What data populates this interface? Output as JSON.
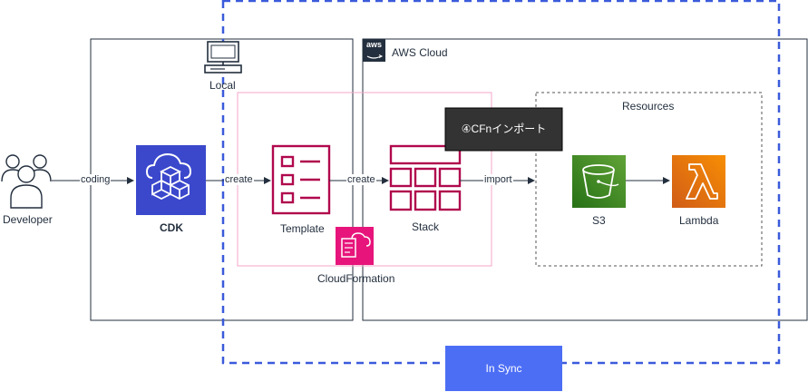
{
  "nodes": {
    "developer": "Developer",
    "local": "Local",
    "aws_cloud": "AWS Cloud",
    "aws_badge": "aws",
    "cdk": "CDK",
    "template": "Template",
    "stack": "Stack",
    "cloudformation": "CloudFormation",
    "resources": "Resources",
    "s3": "S3",
    "lambda": "Lambda",
    "cfn_import": "④CFnインポート",
    "in_sync": "In Sync"
  },
  "edges": {
    "coding": "coding",
    "create_1": "create",
    "create_2": "create",
    "import": "import"
  },
  "colors": {
    "cdk": "#3b48cc",
    "cloudformation": "#e7157b",
    "s3_top": "#60a337",
    "s3_bottom": "#277116",
    "lambda_top": "#f78e04",
    "lambda_bottom": "#d05c17",
    "sync_border": "#3b5bdb",
    "in_sync_fill": "#4c6ef5",
    "import_label_fill": "#333333"
  }
}
